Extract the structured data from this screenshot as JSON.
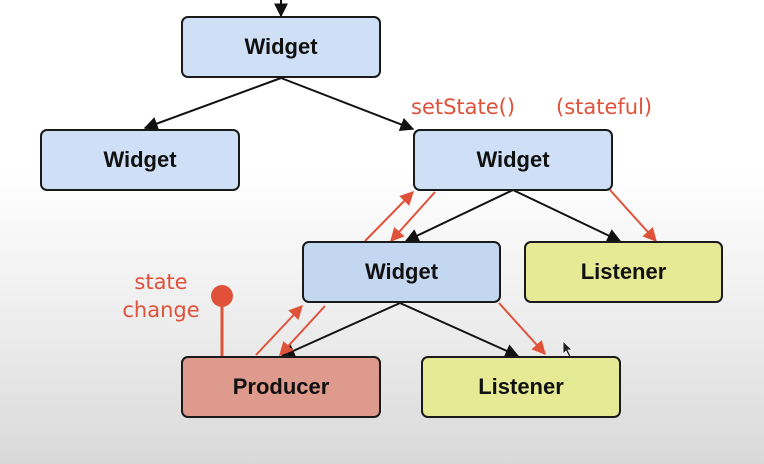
{
  "diagram": {
    "nodes": [
      {
        "id": "root-widget",
        "label": "Widget",
        "type": "widget"
      },
      {
        "id": "left-widget",
        "label": "Widget",
        "type": "widget"
      },
      {
        "id": "stateful-widget",
        "label": "Widget",
        "type": "widget"
      },
      {
        "id": "mid-widget",
        "label": "Widget",
        "type": "widget"
      },
      {
        "id": "top-listener",
        "label": "Listener",
        "type": "listener"
      },
      {
        "id": "producer",
        "label": "Producer",
        "type": "producer"
      },
      {
        "id": "bottom-listener",
        "label": "Listener",
        "type": "listener"
      }
    ],
    "annotations": {
      "set_state": "setState()",
      "stateful": "(stateful)",
      "state_change_line1": "state",
      "state_change_line2": "change"
    },
    "edges": [
      {
        "from": "root-widget",
        "to": "left-widget",
        "kind": "tree"
      },
      {
        "from": "root-widget",
        "to": "stateful-widget",
        "kind": "tree"
      },
      {
        "from": "stateful-widget",
        "to": "mid-widget",
        "kind": "tree"
      },
      {
        "from": "stateful-widget",
        "to": "top-listener",
        "kind": "tree"
      },
      {
        "from": "mid-widget",
        "to": "producer",
        "kind": "tree"
      },
      {
        "from": "mid-widget",
        "to": "bottom-listener",
        "kind": "tree"
      },
      {
        "from": "producer",
        "to": "mid-widget",
        "kind": "state-up"
      },
      {
        "from": "mid-widget",
        "to": "stateful-widget",
        "kind": "state-up"
      },
      {
        "from": "stateful-widget",
        "to": "mid-widget",
        "kind": "state-down"
      },
      {
        "from": "mid-widget",
        "to": "producer",
        "kind": "state-down"
      },
      {
        "from": "stateful-widget",
        "to": "top-listener",
        "kind": "notify"
      },
      {
        "from": "mid-widget",
        "to": "bottom-listener",
        "kind": "notify"
      }
    ],
    "colors": {
      "widget": "#cfe0f6",
      "listener": "#e6ea95",
      "producer": "#de9a8c",
      "state_arrow": "#e0513a",
      "tree_arrow": "#111111"
    }
  }
}
